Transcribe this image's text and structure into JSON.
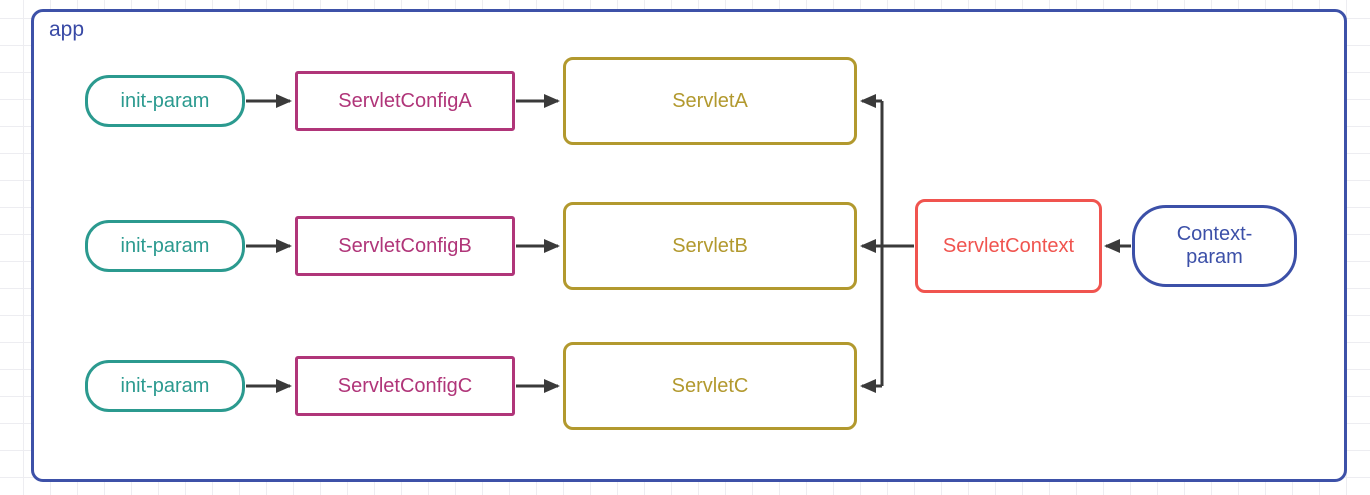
{
  "app": {
    "label": "app"
  },
  "nodes": {
    "init_param_1": {
      "label": "init-param",
      "color": "#2b9a8f",
      "shape": "rounded-pill"
    },
    "init_param_2": {
      "label": "init-param",
      "color": "#2b9a8f",
      "shape": "rounded-pill"
    },
    "init_param_3": {
      "label": "init-param",
      "color": "#2b9a8f",
      "shape": "rounded-pill"
    },
    "servlet_config_a": {
      "label": "ServletConfigA",
      "color": "#b03579",
      "shape": "rectangle"
    },
    "servlet_config_b": {
      "label": "ServletConfigB",
      "color": "#b03579",
      "shape": "rectangle"
    },
    "servlet_config_c": {
      "label": "ServletConfigC",
      "color": "#b03579",
      "shape": "rectangle"
    },
    "servlet_a": {
      "label": "ServletA",
      "color": "#b2992e",
      "shape": "rounded-rectangle"
    },
    "servlet_b": {
      "label": "ServletB",
      "color": "#b2992e",
      "shape": "rounded-rectangle"
    },
    "servlet_c": {
      "label": "ServletC",
      "color": "#b2992e",
      "shape": "rounded-rectangle"
    },
    "servlet_context": {
      "label": "ServletContext",
      "color": "#f0544f",
      "shape": "rounded-rectangle"
    },
    "context_param": {
      "label": "Context-param",
      "label_line1": "Context-",
      "label_line2": "param",
      "color": "#3c50a8",
      "shape": "rounded-pill"
    }
  },
  "edges": [
    {
      "from": "init_param_1",
      "to": "servlet_config_a"
    },
    {
      "from": "servlet_config_a",
      "to": "servlet_a"
    },
    {
      "from": "init_param_2",
      "to": "servlet_config_b"
    },
    {
      "from": "servlet_config_b",
      "to": "servlet_b"
    },
    {
      "from": "init_param_3",
      "to": "servlet_config_c"
    },
    {
      "from": "servlet_config_c",
      "to": "servlet_c"
    },
    {
      "from": "servlet_context",
      "to": "servlet_a"
    },
    {
      "from": "servlet_context",
      "to": "servlet_b"
    },
    {
      "from": "servlet_context",
      "to": "servlet_c"
    },
    {
      "from": "context_param",
      "to": "servlet_context"
    }
  ],
  "colors": {
    "container_border": "#3d51a8",
    "arrow": "#3a3a3a",
    "grid_line": "#ededf1",
    "background": "#ffffff"
  }
}
